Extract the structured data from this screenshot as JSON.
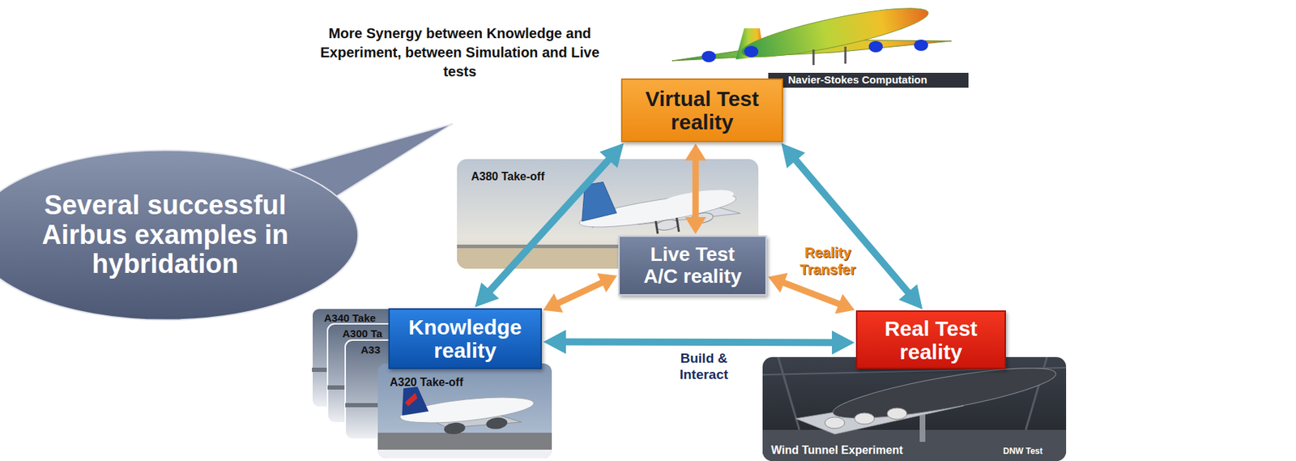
{
  "diagram": {
    "nodes": [
      {
        "text": [
          "Virtual Test reality"
        ]
      },
      {
        "text": [
          "Several successful Airbus examples in hybridation"
        ]
      },
      {
        "text": [
          "Live Test A/C reality"
        ]
      },
      {
        "text": [
          "Knowledge reality"
        ]
      },
      {
        "text": [
          "Real Test reality"
        ]
      }
    ],
    "edges": [
      {
        "from": 0,
        "to": 3,
        "arrow": "both"
      },
      {
        "from": 0,
        "to": 4,
        "arrow": "both"
      },
      {
        "from": 3,
        "to": 4,
        "arrow": "both",
        "label": "Build & Interact"
      },
      {
        "from": 0,
        "to": 2,
        "arrow": "both"
      },
      {
        "from": 3,
        "to": 2,
        "arrow": "both"
      },
      {
        "from": 2,
        "to": 4,
        "arrow": "both",
        "label": "Reality Transfer"
      }
    ],
    "labels": [
      "More Synergy between Knowledge and Experiment, between Simulation and Live tests",
      "Navier-Stokes Computation",
      "A380 Take-off",
      "A340 Take",
      "A300 Ta",
      "A33",
      "A320 Take-off",
      "Wind Tunnel Experiment",
      "DNW Test"
    ]
  }
}
